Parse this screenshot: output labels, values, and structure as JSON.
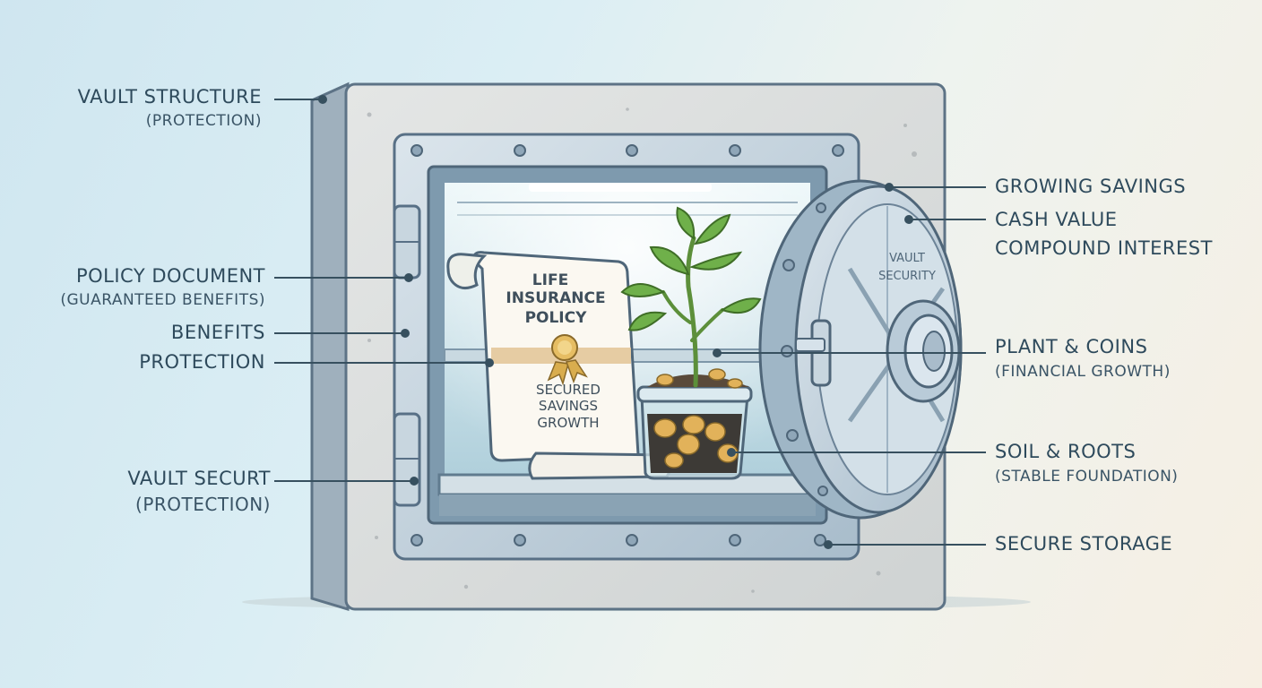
{
  "document": {
    "title_line1": "LIFE",
    "title_line2": "INSURANCE",
    "title_line3": "POLICY",
    "body_line1": "SECURED",
    "body_line2": "SAVINGS",
    "body_line3": "GROWTH"
  },
  "door": {
    "text_line1": "VAULT",
    "text_line2": "SECURITY"
  },
  "labels_left": {
    "vault_structure": "VAULT STRUCTURE",
    "vault_structure_sub": "(PROTECTION)",
    "policy_document": "POLICY DOCUMENT",
    "policy_document_sub": "(GUARANTEED BENEFITS)",
    "benefits": "BENEFITS",
    "protection": "PROTECTION",
    "vault_securt": "VAULT SECURT",
    "vault_securt_sub": "(PROTECTION)"
  },
  "labels_right": {
    "growing_savings": "GROWING SAVINGS",
    "cash_value": "CASH VALUE",
    "compound_interest": "COMPOUND INTEREST",
    "plant_coins": "PLANT & COINS",
    "plant_coins_sub": "(FINANCIAL GROWTH)",
    "soil_roots": "SOIL & ROOTS",
    "soil_roots_sub": "(STABLE FOUNDATION)",
    "secure_storage": "SECURE STORAGE"
  },
  "colors": {
    "label_text": "#2e4a5c",
    "vault_concrete": "#d9dcdc",
    "vault_steel": "#9fb4c4",
    "leaf_green": "#6fb04a",
    "ribbon_gold": "#e3c79a",
    "coin_gold": "#e2b25a"
  }
}
